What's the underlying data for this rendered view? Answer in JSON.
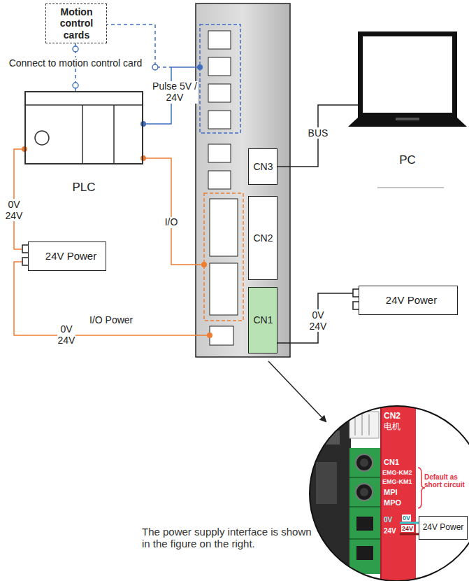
{
  "diagram": {
    "nodes": [
      {
        "text": [
          "Motion control cards"
        ]
      },
      {
        "text": [
          "PLC"
        ]
      },
      {
        "text": [
          "PC"
        ]
      },
      {
        "text": [
          "CN3"
        ]
      },
      {
        "text": [
          "CN2"
        ]
      },
      {
        "text": [
          "24V Power"
        ]
      },
      {
        "text": [
          "CN1"
        ]
      },
      {
        "text": [
          "24V Power"
        ]
      },
      {
        "text": [
          "24V Power"
        ]
      }
    ],
    "edges": [
      {
        "from": 0,
        "to": 1,
        "arrow": "none",
        "label": "Connect to motion control card"
      },
      {
        "from": 2,
        "to": 3,
        "arrow": "none",
        "label": "BUS"
      },
      {
        "from": 1,
        "to": 5,
        "arrow": "none",
        "label": "0V 24V"
      },
      {
        "from": 7,
        "to": 6,
        "arrow": "none",
        "label": "0V 24V"
      }
    ],
    "labels": [
      "Pulse 5V / 24V",
      "I/O",
      "0V 24V",
      "I/O Power",
      "CN2",
      "电机",
      "CN1",
      "EMG-KM2",
      "EMG-KM1",
      "MPI",
      "MPO",
      "0V",
      "24V",
      "Default as short circuit",
      "0V",
      "24V",
      "The power supply interface is shown in the figure on the right."
    ]
  }
}
